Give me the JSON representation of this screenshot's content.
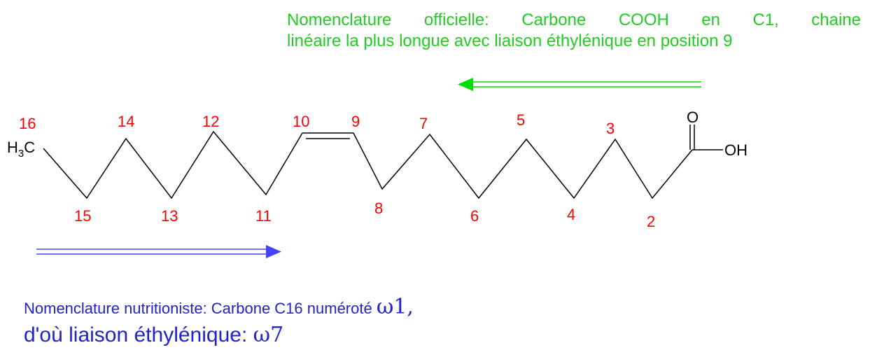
{
  "top_note": {
    "line1": "Nomenclature officielle: Carbone COOH en C1, chaine",
    "line2": "linéaire la plus longue avec liaison éthylénique en position 9"
  },
  "bottom_note": {
    "line1_text": "Nomenclature nutritioniste: Carbone  C16 numéroté ",
    "line1_symbol": "ω1",
    "line1_end": ",",
    "line2_text": "d'où liaison éthylénique: ",
    "line2_symbol": "ω7"
  },
  "molecule": {
    "methyl_label_main": "H",
    "methyl_label_sub": "3",
    "methyl_label_tail": "C",
    "carbonyl_oxygen": "O",
    "hydroxyl": "OH",
    "carbon_numbers": [
      "2",
      "3",
      "4",
      "5",
      "6",
      "7",
      "8",
      "9",
      "10",
      "11",
      "12",
      "13",
      "14",
      "15",
      "16"
    ]
  },
  "colors": {
    "green_text": "#22cc22",
    "blue_text": "#2222cc",
    "number_red": "#ff0000",
    "green_arrow": "#00dd00",
    "blue_arrow": "#4444ff",
    "bond": "#000000"
  }
}
